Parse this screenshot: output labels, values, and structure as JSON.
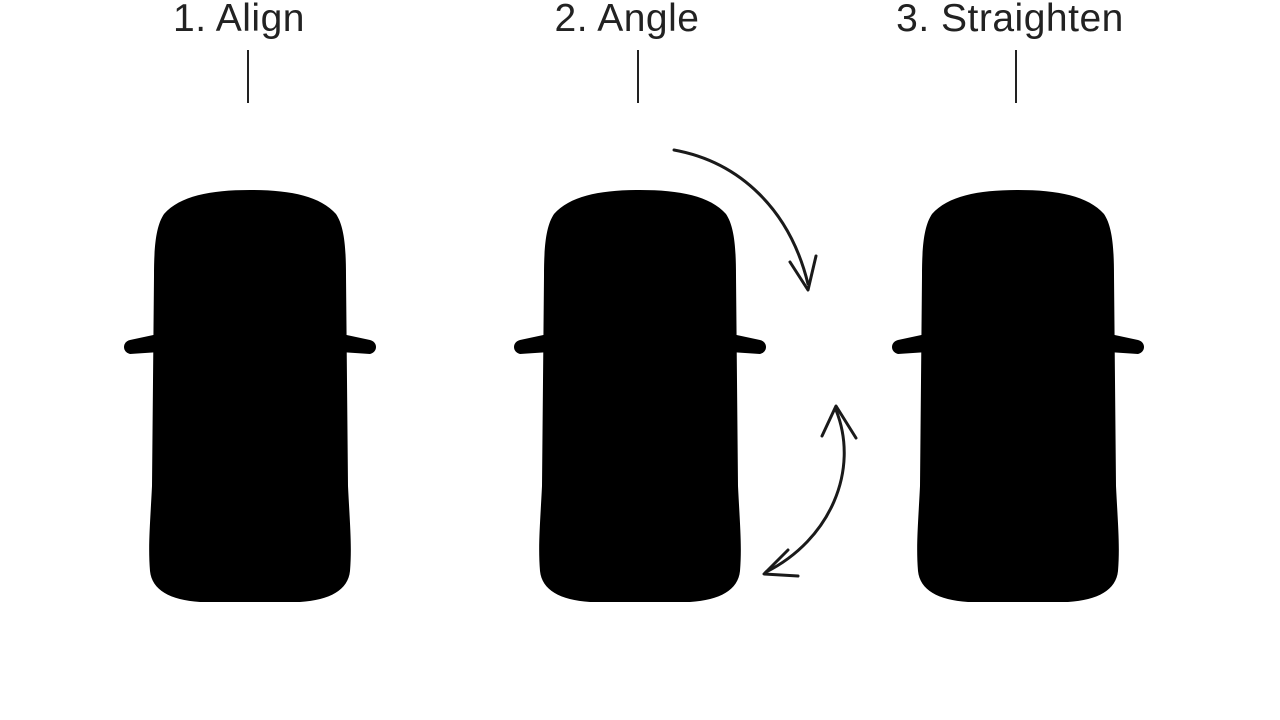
{
  "steps": [
    {
      "label": "1. Align",
      "car_color": "#9e9e9e"
    },
    {
      "label": "2. Angle",
      "car_color": "#3d8fd9"
    },
    {
      "label": "3. Straighten",
      "car_color": "#9e9e9e"
    }
  ],
  "colors": {
    "outline": "#1a1a1a",
    "glass": "#3a3a3a",
    "light": "#ffffff",
    "gray_body": "#9e9e9e",
    "gray_roof": "#a8a8a8",
    "blue_body": "#3d8fd9",
    "blue_roof": "#4a9be0",
    "background": "#ffffff"
  },
  "icons": {
    "car": "car-top-view-icon",
    "rotate_arrow": "curved-arrow-icon",
    "double_arrow": "curved-double-arrow-icon"
  }
}
